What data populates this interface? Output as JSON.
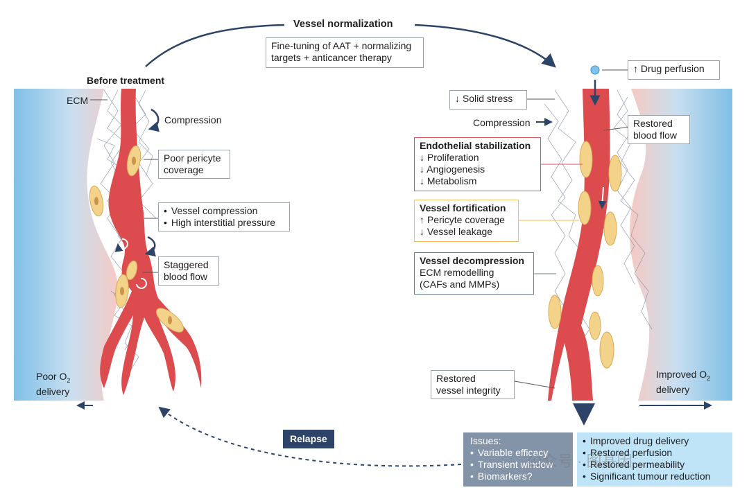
{
  "title": "Vessel normalization",
  "subtitle_lines": [
    "Fine-tuning of AAT + normalizing",
    "targets + anticancer therapy"
  ],
  "before": {
    "heading": "Before treatment",
    "ecm_label": "ECM",
    "compression_label": "Compression",
    "pericyte_lines": [
      "Poor pericyte",
      "coverage"
    ],
    "bullets": [
      "Vessel compression",
      "High interstitial pressure"
    ],
    "staggered_lines": [
      "Staggered",
      "blood flow"
    ],
    "o2_prefix": "Poor O",
    "o2_sub": "2",
    "o2_suffix": "delivery"
  },
  "after": {
    "drug_perfusion": "↑ Drug perfusion",
    "solid_stress": "↓ Solid stress",
    "compression": "Compression",
    "restored_flow_lines": [
      "Restored",
      "blood flow"
    ],
    "endothelial": {
      "heading": "Endothelial stabilization",
      "items": [
        "↓ Proliferation",
        "↓ Angiogenesis",
        "↓ Metabolism"
      ]
    },
    "fortification": {
      "heading": "Vessel fortification",
      "items": [
        "↑ Pericyte coverage",
        "↓ Vessel leakage"
      ]
    },
    "decompression": {
      "heading": "Vessel decompression",
      "items": [
        "ECM remodelling",
        "(CAFs and MMPs)"
      ]
    },
    "integrity_lines": [
      "Restored",
      "vessel integrity"
    ],
    "o2_prefix": "Improved O",
    "o2_sub": "2",
    "o2_suffix": "delivery"
  },
  "relapse": "Relapse",
  "issues": {
    "heading": "Issues:",
    "items": [
      "Variable efficacy",
      "Transient window",
      "Biomarkers?"
    ]
  },
  "outcomes": [
    "Improved drug delivery",
    "Restored perfusion",
    "Restored permeability",
    "Significant tumour reduction"
  ],
  "watermark": "公众号 · 图基因",
  "colors": {
    "vessel": "#dc4b4e",
    "pericyte": "#f3d38a",
    "tissue_blue": "#8cc8ea",
    "tissue_pink": "#f6c9c3",
    "arrow": "#2d4468",
    "endothelial_border": "#d8565a",
    "fortification_border": "#f0c15a",
    "decompression_border": "#6e7f95"
  }
}
